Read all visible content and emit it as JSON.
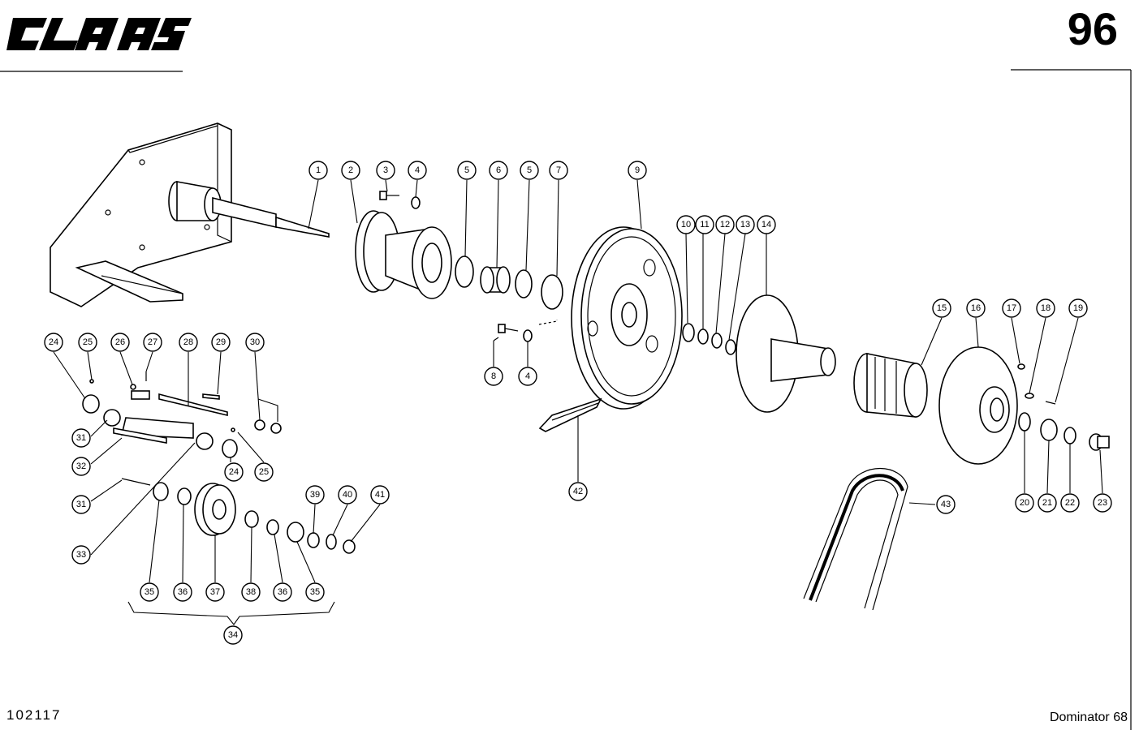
{
  "header": {
    "logo_text": "CLAAS",
    "page_number": "96"
  },
  "footer": {
    "drawing_number": "102117",
    "model": "Dominator 68"
  },
  "callouts": {
    "c1": "1",
    "c2": "2",
    "c3": "3",
    "c4a": "4",
    "c5a": "5",
    "c6": "6",
    "c5b": "5",
    "c7": "7",
    "c8": "8",
    "c4b": "4",
    "c9": "9",
    "c10": "10",
    "c11": "11",
    "c12": "12",
    "c13": "13",
    "c14": "14",
    "c15": "15",
    "c16": "16",
    "c17": "17",
    "c18": "18",
    "c19": "19",
    "c20": "20",
    "c21": "21",
    "c22": "22",
    "c23": "23",
    "c24a": "24",
    "c25a": "25",
    "c26": "26",
    "c27": "27",
    "c28": "28",
    "c29": "29",
    "c30": "30",
    "c31a": "31",
    "c32": "32",
    "c24b": "24",
    "c25b": "25",
    "c31b": "31",
    "c33": "33",
    "c35a": "35",
    "c36a": "36",
    "c37": "37",
    "c38": "38",
    "c36b": "36",
    "c35b": "35",
    "c39": "39",
    "c40": "40",
    "c41": "41",
    "c34": "34",
    "c42": "42",
    "c43": "43"
  }
}
